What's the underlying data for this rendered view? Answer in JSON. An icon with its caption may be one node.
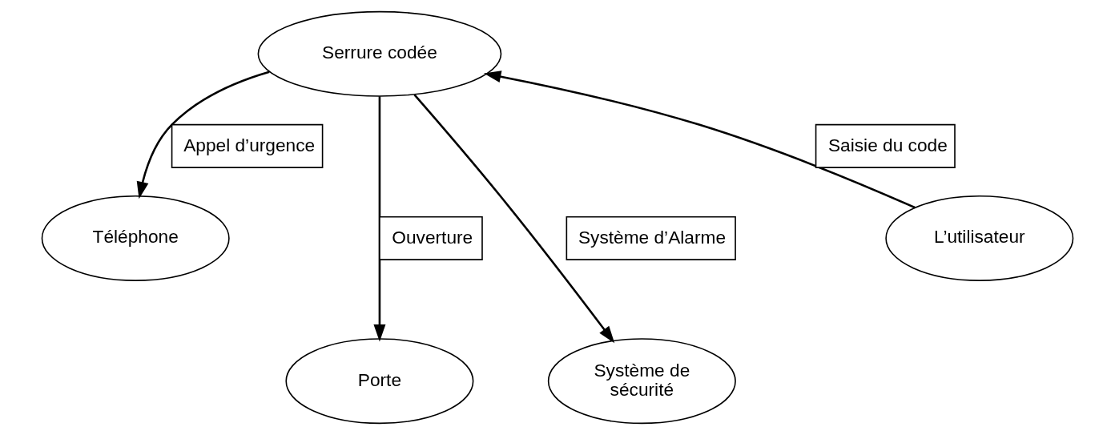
{
  "diagram": {
    "nodes": [
      {
        "text": [
          "Serrure codée"
        ]
      },
      {
        "text": [
          "L’utilisateur"
        ]
      },
      {
        "text": [
          "Téléphone"
        ]
      },
      {
        "text": [
          "Porte"
        ]
      },
      {
        "text": [
          "Système de sécurité"
        ]
      }
    ],
    "edges": [
      {
        "from": 1,
        "to": 0,
        "arrow": "to",
        "label": "Saisie du code"
      },
      {
        "from": 0,
        "to": 2,
        "arrow": "to",
        "label": "Appel d’urgence"
      },
      {
        "from": 0,
        "to": 3,
        "arrow": "to",
        "label": "Ouverture"
      },
      {
        "from": 0,
        "to": 4,
        "arrow": "to",
        "label": "Système d’Alarme"
      }
    ]
  }
}
